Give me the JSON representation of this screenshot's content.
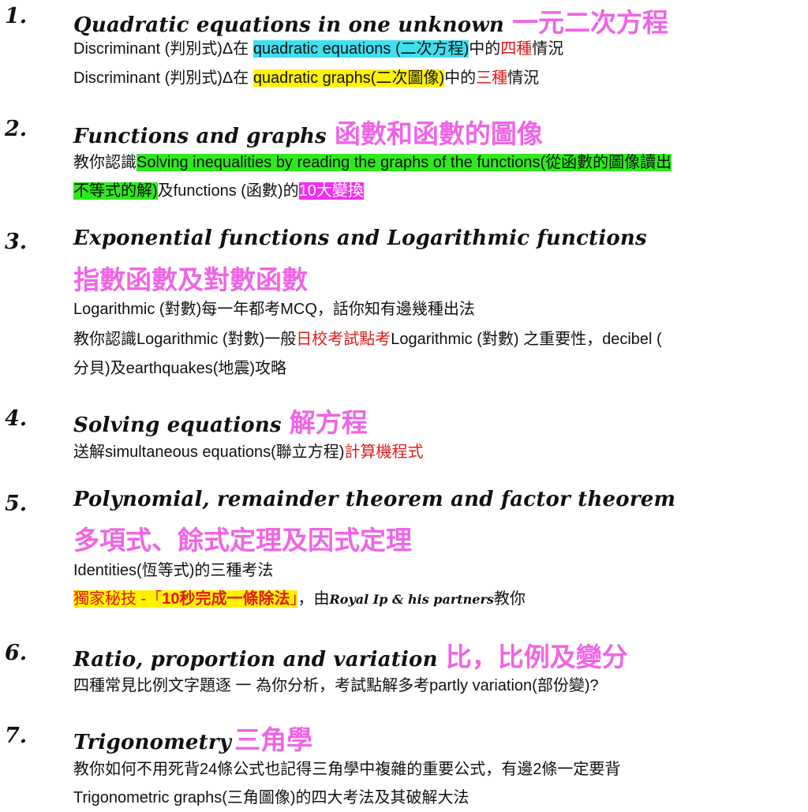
{
  "s1": {
    "num": "1.",
    "en": "Quadratic equations in one unknown",
    "zh": "一元二次方程",
    "l1": {
      "a": "Discriminant (判別式)Δ在 ",
      "hl": "quadratic equations (二次方程)",
      "b": "中的",
      "red": "四種",
      "c": "情況"
    },
    "l2": {
      "a": "Discriminant (判別式)Δ在 ",
      "hl": "quadratic graphs(二次圖像)",
      "b": "中的",
      "red": "三種",
      "c": "情況"
    }
  },
  "s2": {
    "num": "2.",
    "en": "Functions and graphs",
    "zh": "函數和函數的圖像",
    "l1": {
      "a": "教你認識",
      "hl": "Solving inequalities by reading the graphs of the functions(從函數的圖像讀出"
    },
    "l2": {
      "hl": "不等式的解)",
      "a": "及functions (函數)的",
      "hl2": "10大變換"
    }
  },
  "s3": {
    "num": "3.",
    "en": "Exponential functions and Logarithmic functions",
    "zh": "指數函數及對數函數",
    "l1": "Logarithmic (對數)每一年都考MCQ，話你知有邊幾種出法",
    "l2": {
      "a": "教你認識Logarithmic (對數)一般",
      "red": "日校考試點考",
      "b": "Logarithmic (對數) 之重要性，decibel ("
    },
    "l3": "分貝)及earthquakes(地震)攻略"
  },
  "s4": {
    "num": "4.",
    "en": "Solving equations",
    "zh": "解方程",
    "l1": {
      "a": "送解simultaneous equations(聯立方程)",
      "red": "計算機程式"
    }
  },
  "s5": {
    "num": "5.",
    "en": "Polynomial, remainder theorem and factor theorem",
    "zh": "多項式、餘式定理及因式定理",
    "l1": "Identities(恆等式)的三種考法",
    "l2": {
      "hl_a": "獨家秘技 -「",
      "hl_b": "10秒完成一條除法",
      "hl_c": "」",
      "a": "，由",
      "script": "Royal Ip & his partners",
      "b": "教你"
    }
  },
  "s6": {
    "num": "6.",
    "en": "Ratio, proportion and variation",
    "zh": "比，比例及變分",
    "l1": "四種常見比例文字題逐 一 為你分析，考試點解多考partly variation(部份變)?"
  },
  "s7": {
    "num": "7.",
    "en": "Trigonometry",
    "zh": "三角學",
    "l1": "教你如何不用死背24條公式也記得三角學中複雜的重要公式，有邊2條一定要背",
    "l2": "Trigonometric graphs(三角圖像)的四大考法及其破解大法"
  }
}
